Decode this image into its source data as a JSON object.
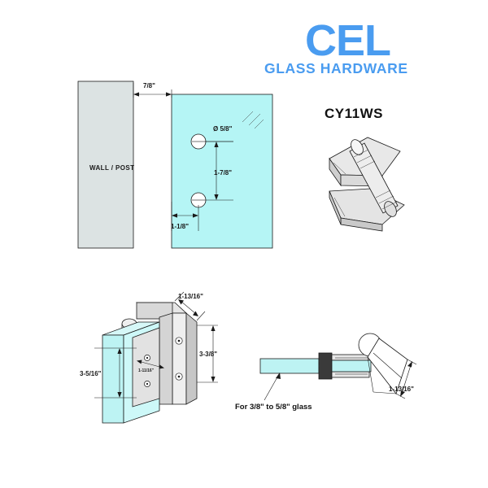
{
  "page": {
    "title": "CEL Glass Hardware - CY11WS Specification Drawing",
    "background": "#ffffff"
  },
  "logo": {
    "name": "CEL",
    "tagline": "GLASS HARDWARE",
    "color": "#4a9cf0"
  },
  "product": {
    "code": "CY11WS"
  },
  "colors": {
    "glass": "#b5f5f5",
    "glass_edge": "#8fe3e3",
    "wall": "#dce3e3",
    "metal_light": "#f2f2f2",
    "metal_mid": "#d8d8d8",
    "metal_dark": "#bcbcbc",
    "line": "#1a1a1a",
    "accent": "#4a9cf0"
  },
  "views": {
    "plan": {
      "wall_label": "WALL / POST",
      "gap_dim": "7/8\"",
      "hole_diameter": "Ø 5/8\"",
      "hole_spacing": "1-7/8\"",
      "edge_offset": "1-1/8\""
    },
    "elevation": {
      "width_dim": "1-13/16\"",
      "height_dim": "3-3/8\"",
      "glass_height_dim": "3-5/16\"",
      "hole_spacing_dim": "1-11/16\""
    },
    "section": {
      "glass_note": "For 3/8\" to 5/8\" glass",
      "arm_dim": "1-13/16\""
    }
  }
}
